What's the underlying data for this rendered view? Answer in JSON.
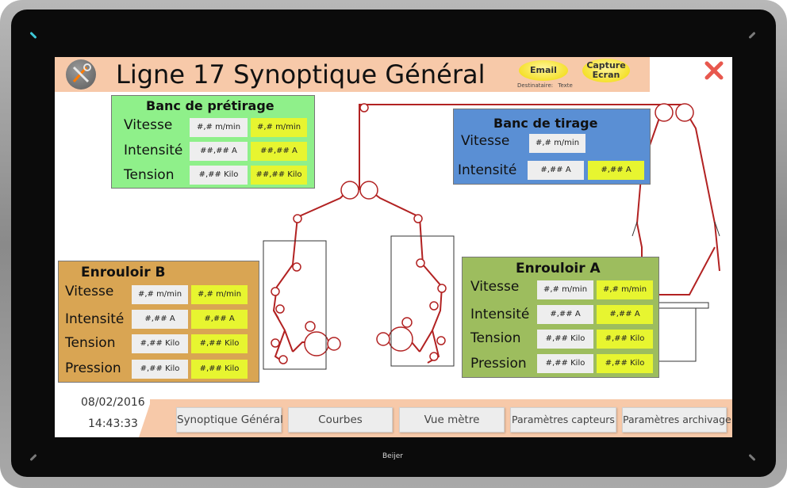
{
  "header": {
    "title": "Ligne 17 Synoptique Général",
    "email_label": "Email",
    "capture_line1": "Capture",
    "capture_line2": "Ecran",
    "dest_label": "Destinataire:",
    "dest_value": "Texte"
  },
  "pretirage": {
    "title": "Banc de prétirage",
    "rows": [
      {
        "label": "Vitesse",
        "v1": "#,# m/min",
        "v2": "#,# m/min"
      },
      {
        "label": "Intensité",
        "v1": "##,## A",
        "v2": "##,## A"
      },
      {
        "label": "Tension",
        "v1": "#,## Kilo",
        "v2": "##,## Kilo"
      }
    ]
  },
  "tirage": {
    "title": "Banc de tirage",
    "rows": [
      {
        "label": "Vitesse",
        "v1": "#,# m/min"
      },
      {
        "label": "Intensité",
        "v1": "#,## A",
        "v2": "#,## A"
      }
    ]
  },
  "enrouloir_b": {
    "title": "Enrouloir B",
    "rows": [
      {
        "label": "Vitesse",
        "v1": "#,# m/min",
        "v2": "#,# m/min"
      },
      {
        "label": "Intensité",
        "v1": "#,## A",
        "v2": "#,## A"
      },
      {
        "label": "Tension",
        "v1": "#,## Kilo",
        "v2": "#,## Kilo"
      },
      {
        "label": "Pression",
        "v1": "#,## Kilo",
        "v2": "#,## Kilo"
      }
    ]
  },
  "enrouloir_a": {
    "title": "Enrouloir A",
    "rows": [
      {
        "label": "Vitesse",
        "v1": "#,# m/min",
        "v2": "#,# m/min"
      },
      {
        "label": "Intensité",
        "v1": "#,## A",
        "v2": "#,## A"
      },
      {
        "label": "Tension",
        "v1": "#,## Kilo",
        "v2": "#,## Kilo"
      },
      {
        "label": "Pression",
        "v1": "#,## Kilo",
        "v2": "#,## Kilo"
      }
    ]
  },
  "footer": {
    "date": "08/02/2016",
    "time": "14:43:33",
    "nav": [
      "Synoptique Général",
      "Courbes",
      "Vue mètre",
      "Paramètres capteurs",
      "Paramètres archivage"
    ]
  },
  "bezel": {
    "brand": "Beijer"
  },
  "colors": {
    "header_bg": "#f7c9a9",
    "pretirage_bg": "#8ff08a",
    "tirage_bg": "#5a8fd4",
    "enrouloir_b_bg": "#d9a553",
    "enrouloir_a_bg": "#9dbd5e",
    "value_yellow": "#e7f530",
    "line_red": "#b22222"
  },
  "icons": {
    "tool": "tools-icon",
    "close": "close-icon"
  }
}
